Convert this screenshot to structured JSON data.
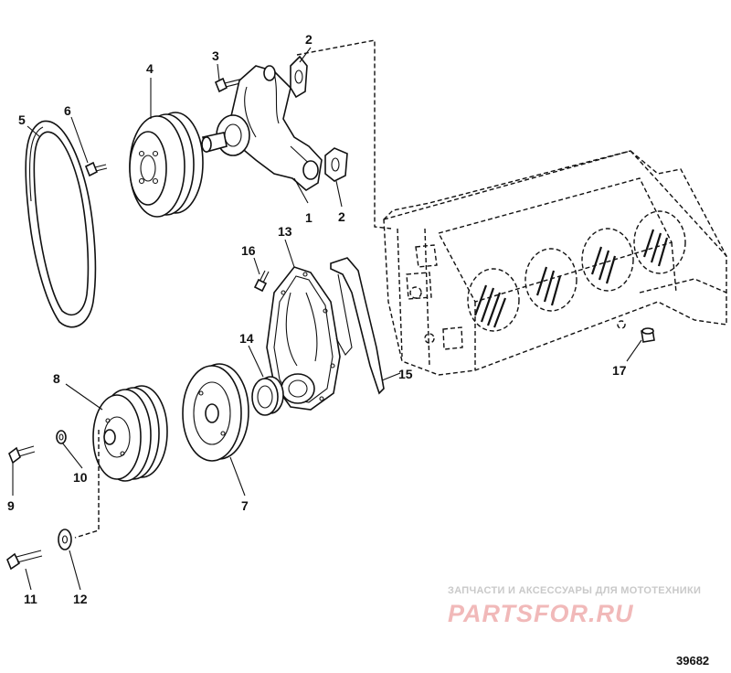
{
  "diagram": {
    "figure_number": "39682",
    "watermark_caption": "ЗАПЧАСТИ И АКСЕССУАРЫ ДЛЯ МОТОТЕХНИКИ",
    "watermark_logo": "PARTSFOR.RU",
    "callouts": {
      "c1": "1",
      "c2a": "2",
      "c2b": "2",
      "c3": "3",
      "c4": "4",
      "c5": "5",
      "c6": "6",
      "c7": "7",
      "c8": "8",
      "c9": "9",
      "c10": "10",
      "c11": "11",
      "c12": "12",
      "c13": "13",
      "c14": "14",
      "c15": "15",
      "c16": "16",
      "c17": "17"
    }
  }
}
